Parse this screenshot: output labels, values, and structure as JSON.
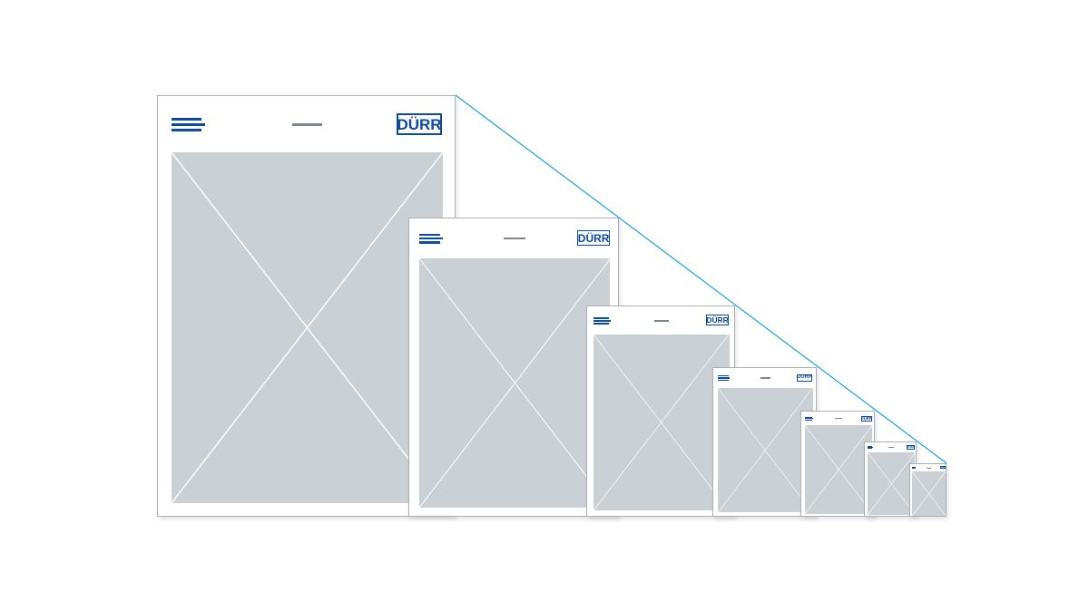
{
  "brand": {
    "logo_text": "DÜRR",
    "color": "#0d4aa3"
  },
  "icons": {
    "menu": "hamburger-menu-icon",
    "image_placeholder": "image-placeholder-icon"
  },
  "colors": {
    "frame_border": "#a9b0b6",
    "placeholder_fill": "#cbd0d4",
    "placeholder_cross": "#ffffff",
    "title_dash": "#7d868d",
    "guide_line": "#1aa3e0"
  },
  "frames": [
    {
      "name": "frame-1"
    },
    {
      "name": "frame-2"
    },
    {
      "name": "frame-3"
    },
    {
      "name": "frame-4"
    },
    {
      "name": "frame-5"
    },
    {
      "name": "frame-6"
    },
    {
      "name": "frame-7"
    }
  ]
}
